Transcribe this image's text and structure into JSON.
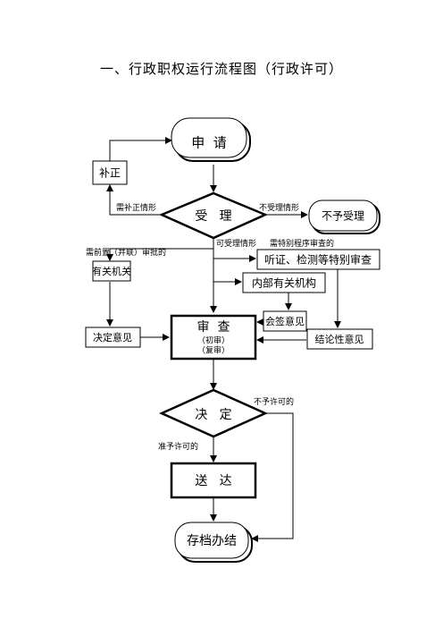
{
  "page": {
    "title": "一、行政职权运行流程图（行政许可）"
  },
  "nodes": {
    "apply": "申  请",
    "supplement": "补正",
    "accept": "受   理",
    "not_accept": "不予受理",
    "related_org": "有关机关",
    "hearing": "听证、检测等特别审查",
    "internal_org": "内部有关机构",
    "joint_opinion": "会签意见",
    "decision_opinion": "决定意见",
    "review": "审  查",
    "review_first": "（初审）",
    "review_second": "（复审）",
    "conclusion_opinion": "结论性意见",
    "decide": "决   定",
    "deliver": "送   达",
    "archive": "存档办结"
  },
  "edge_labels": {
    "need_supplement": "需补正情形",
    "not_acceptable": "不受理情形",
    "acceptable": "可受理情形",
    "special_procedure": "需特别程序审查的",
    "prior_approval": "需前置（并联）审批的",
    "not_permit": "不予许可的",
    "permit": "准予许可的"
  }
}
